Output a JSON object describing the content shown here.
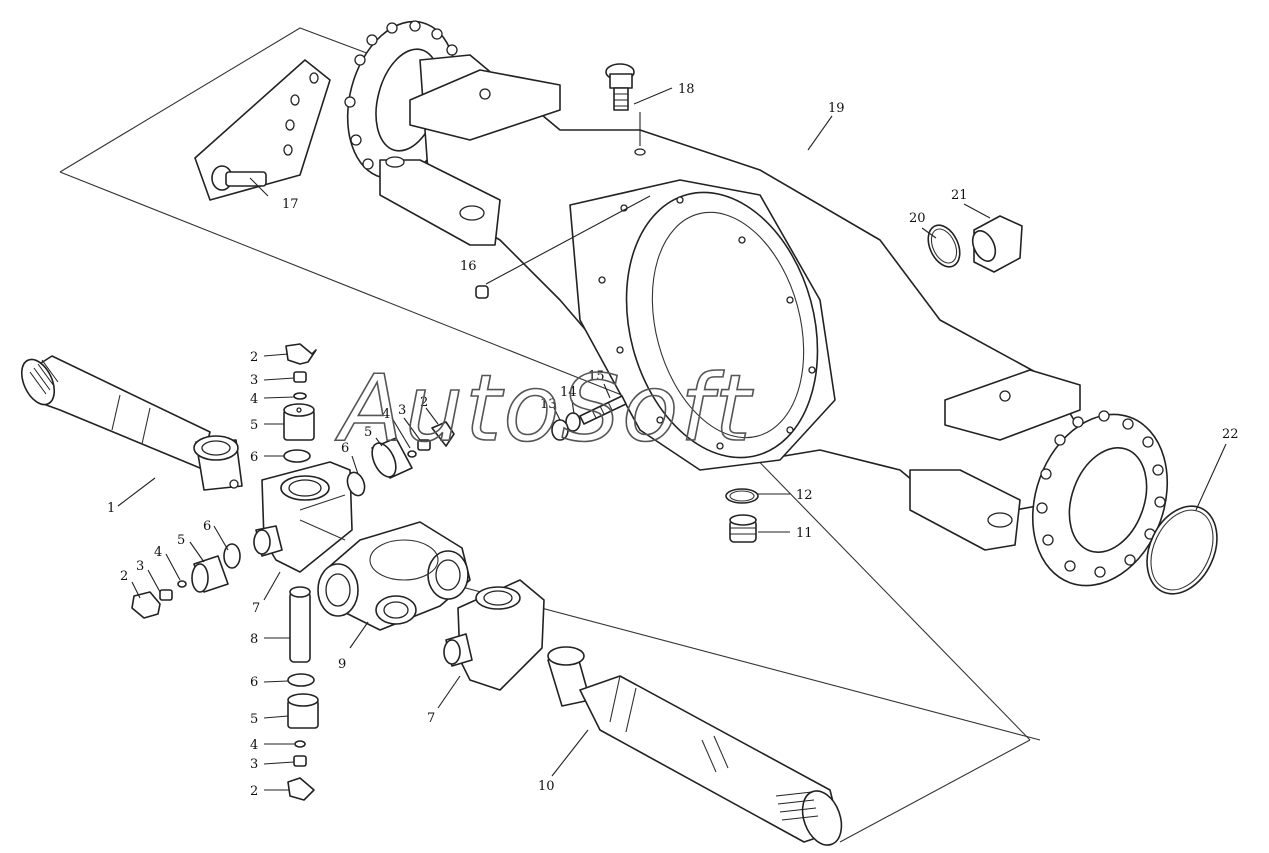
{
  "watermark": "AutoSoft",
  "callouts": [
    {
      "label": "1"
    },
    {
      "label": "2"
    },
    {
      "label": "2"
    },
    {
      "label": "2"
    },
    {
      "label": "2"
    },
    {
      "label": "3"
    },
    {
      "label": "3"
    },
    {
      "label": "3"
    },
    {
      "label": "3"
    },
    {
      "label": "4"
    },
    {
      "label": "4"
    },
    {
      "label": "4"
    },
    {
      "label": "4"
    },
    {
      "label": "5"
    },
    {
      "label": "5"
    },
    {
      "label": "5"
    },
    {
      "label": "5"
    },
    {
      "label": "6"
    },
    {
      "label": "6"
    },
    {
      "label": "6"
    },
    {
      "label": "6"
    },
    {
      "label": "7"
    },
    {
      "label": "7"
    },
    {
      "label": "8"
    },
    {
      "label": "9"
    },
    {
      "label": "10"
    },
    {
      "label": "11"
    },
    {
      "label": "12"
    },
    {
      "label": "13"
    },
    {
      "label": "14"
    },
    {
      "label": "15"
    },
    {
      "label": "16"
    },
    {
      "label": "17"
    },
    {
      "label": "18"
    },
    {
      "label": "19"
    },
    {
      "label": "20"
    },
    {
      "label": "21"
    },
    {
      "label": "22"
    }
  ]
}
